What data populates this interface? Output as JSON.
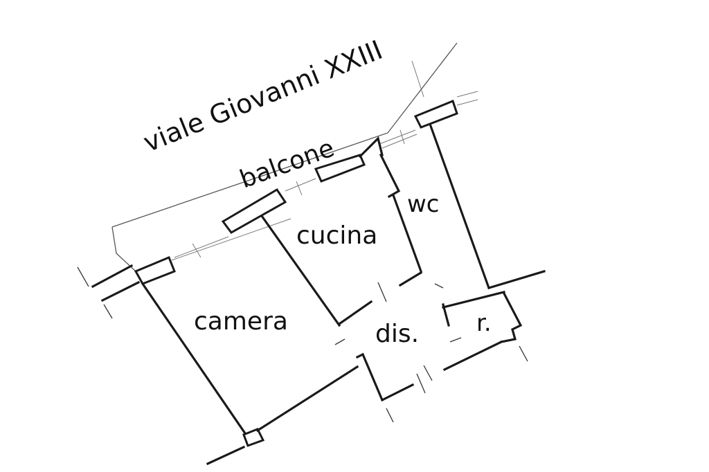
{
  "plan": {
    "street": "viale Giovanni XXIII",
    "rooms": {
      "balcone": "balcone",
      "wc": "wc",
      "cucina": "cucina",
      "camera": "camera",
      "dis": "dis.",
      "r": "r."
    }
  }
}
